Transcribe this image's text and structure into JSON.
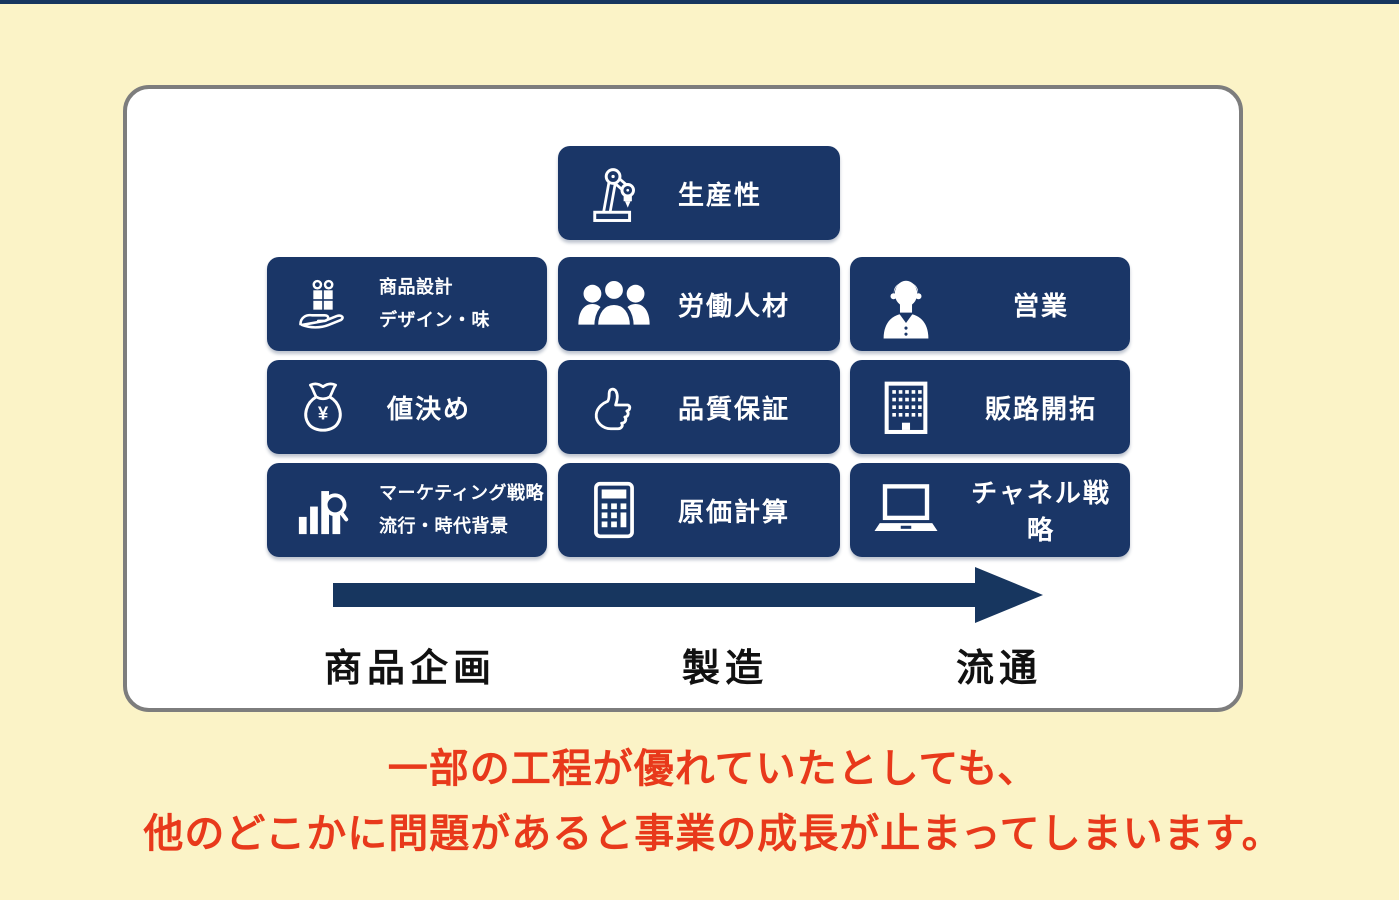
{
  "colors": {
    "page-bg": "#FBF3C7",
    "strip-navy": "#17365F",
    "box-navy": "#1A3667",
    "card-border": "#7D7D7D",
    "card-bg": "#FFFFFF",
    "box-text": "#FFFFFF",
    "stage-text": "#111111",
    "caption-red": "#E8391B"
  },
  "card": {
    "columns": [
      {
        "stage": "商品企画",
        "boxes": [
          {
            "icon": "gift-in-hand-icon",
            "lines": [
              "商品設計",
              "デザイン・味"
            ]
          },
          {
            "icon": "money-bag-icon",
            "lines": [
              "値決め"
            ]
          },
          {
            "icon": "bar-chart-magnifier-icon",
            "lines": [
              "マーケティング戦略",
              "流行・時代背景"
            ]
          }
        ]
      },
      {
        "stage": "製造",
        "boxes": [
          {
            "icon": "robot-arm-icon",
            "lines": [
              "生産性"
            ]
          },
          {
            "icon": "people-group-icon",
            "lines": [
              "労働人材"
            ]
          },
          {
            "icon": "thumbs-up-icon",
            "lines": [
              "品質保証"
            ]
          },
          {
            "icon": "calculator-icon",
            "lines": [
              "原価計算"
            ]
          }
        ]
      },
      {
        "stage": "流通",
        "boxes": [
          {
            "icon": "businessman-icon",
            "lines": [
              "営業"
            ]
          },
          {
            "icon": "building-icon",
            "lines": [
              "販路開拓"
            ]
          },
          {
            "icon": "laptop-icon",
            "lines": [
              "チャネル戦略"
            ]
          }
        ]
      }
    ]
  },
  "caption": {
    "lines": [
      "一部の工程が優れていたとしても、",
      "他のどこかに問題があると事業の成長が止まってしまいます。"
    ]
  }
}
